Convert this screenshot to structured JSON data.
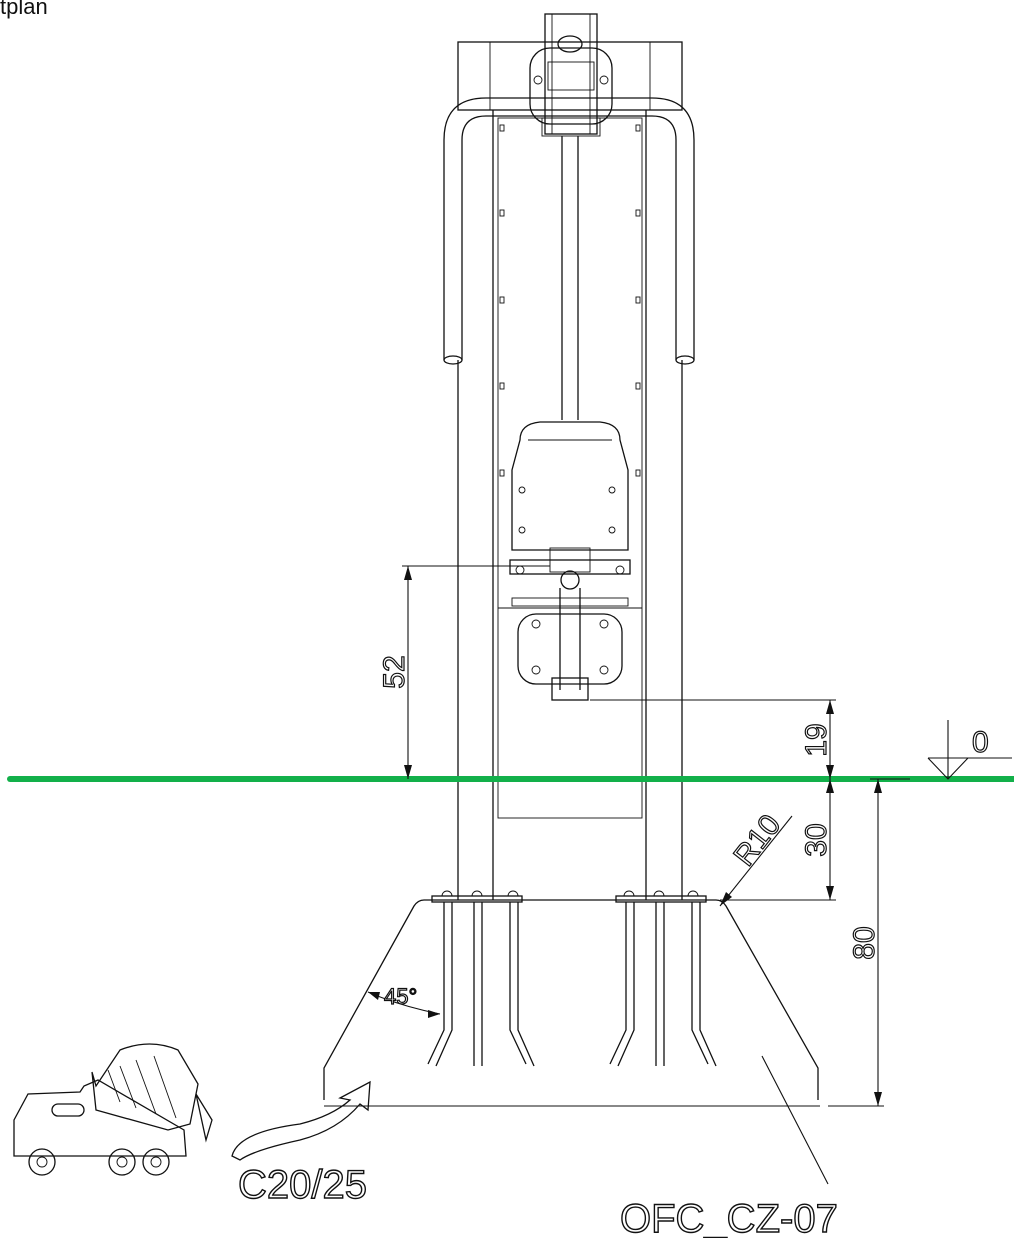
{
  "title": "tplan",
  "dimensions": {
    "clearance": "52",
    "seat_height": "19",
    "ground_level": "0",
    "depth_to_plate": "30",
    "foundation_depth": "80",
    "radius": "R10",
    "angle": "45°"
  },
  "labels": {
    "concrete_class": "C20/25",
    "product_code": "OFC_CZ-07"
  },
  "colors": {
    "ground_line": "#12b04a",
    "line": "#111111"
  },
  "icons": {
    "truck": "concrete-mixer-truck-icon",
    "arrow": "pour-arrow-icon"
  }
}
